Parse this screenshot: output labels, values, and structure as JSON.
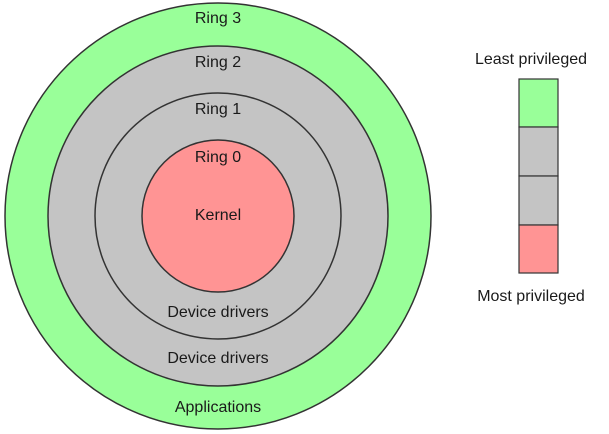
{
  "diagram": {
    "rings": [
      {
        "ring_label": "Ring 3",
        "content_label": "Applications",
        "color": "#99ff99"
      },
      {
        "ring_label": "Ring 2",
        "content_label": "Device drivers",
        "color": "#c4c4c4"
      },
      {
        "ring_label": "Ring 1",
        "content_label": "Device drivers",
        "color": "#c4c4c4"
      },
      {
        "ring_label": "Ring 0",
        "content_label": "Kernel",
        "color": "#ff9494"
      }
    ],
    "legend": {
      "top_label": "Least privileged",
      "bottom_label": "Most privileged",
      "swatch_colors": [
        "#99ff99",
        "#c4c4c4",
        "#c4c4c4",
        "#ff9494"
      ]
    }
  }
}
